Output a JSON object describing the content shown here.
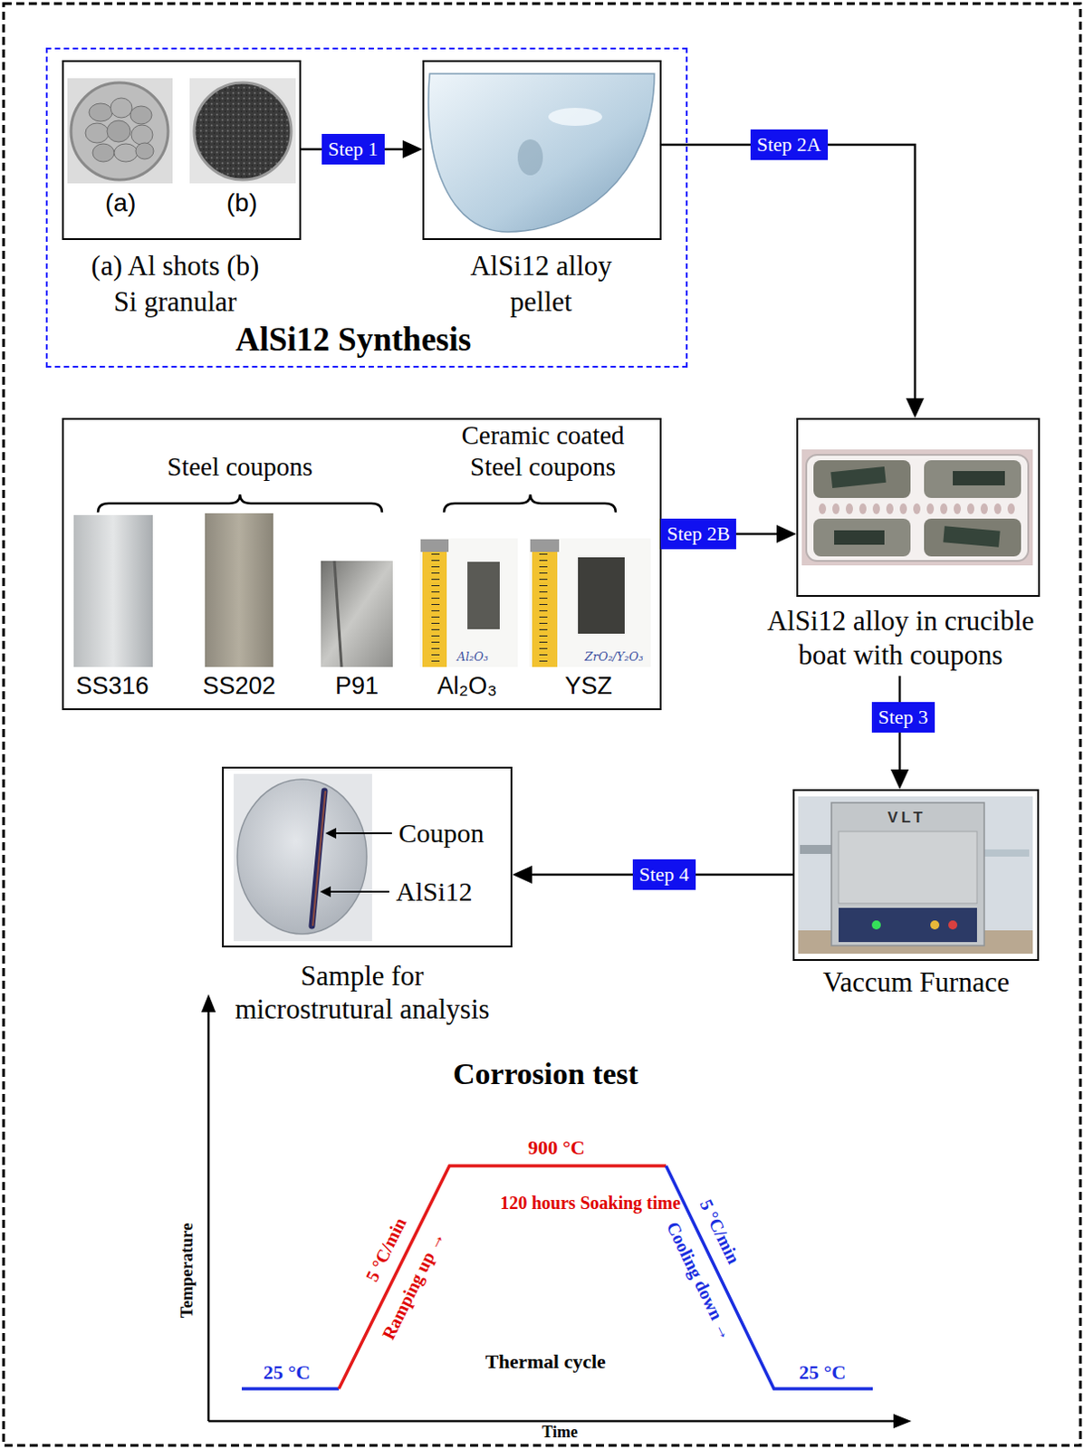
{
  "diagram": {
    "title": "Corrosion test",
    "nodes": [
      {
        "text": [
          "AlSi12 Synthesis"
        ]
      },
      {
        "text": [
          "(a)",
          "(b)",
          "(a) Al shots (b) Si granular"
        ],
        "in": 0
      },
      {
        "text": [
          "AlSi12 alloy pellet"
        ],
        "in": 0
      },
      {
        "text": [
          "Steel coupons",
          "Ceramic coated Steel coupons",
          "SS316",
          "SS202",
          "P91",
          "Al₂O₃",
          "YSZ"
        ]
      },
      {
        "text": [
          "AlSi12 alloy in crucible boat with coupons"
        ]
      },
      {
        "text": [
          "Vaccum Furnace"
        ]
      },
      {
        "text": [
          "Coupon",
          "AlSi12",
          "Sample for microstrutural analysis"
        ]
      }
    ],
    "edges": [
      {
        "from": 1,
        "to": 2,
        "label": "Step 1",
        "arrow": "to"
      },
      {
        "from": 2,
        "to": 4,
        "label": "Step 2A",
        "arrow": "to"
      },
      {
        "from": 3,
        "to": 4,
        "label": "Step 2B",
        "arrow": "to"
      },
      {
        "from": 4,
        "to": 5,
        "label": "Step 3",
        "arrow": "to"
      },
      {
        "from": 5,
        "to": 6,
        "label": "Step 4",
        "arrow": "to"
      }
    ],
    "labels": [
      "Al₂O₃",
      "ZrO₂/Y₂O₃",
      "VLT",
      "900 °C",
      "120 hours Soaking time",
      "5 °C/min",
      "Ramping up →",
      "Thermal cycle",
      "5 °C/min",
      "Cooling down →",
      "25 °C",
      "25 °C",
      "Temperature",
      "Time"
    ]
  }
}
